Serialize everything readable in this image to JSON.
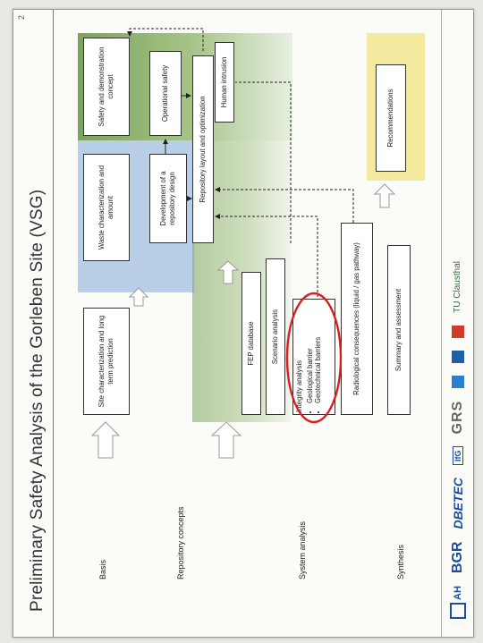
{
  "title": "Preliminary Safety Analysis of the Gorleben Site (VSG)",
  "page_number": "2",
  "rows": {
    "basis": "Basis",
    "repository_concepts": "Repository concepts",
    "system_analysis": "System analysis",
    "synthesis": "Synthesis"
  },
  "boxes": {
    "site_characterization": "Site characterization and long term prediction",
    "waste_characterization": "Waste characterization and amount",
    "safety_demonstration": "Safety and demonstration concept",
    "development_design": "Development of a repository design",
    "operational_safety": "Operational safety",
    "repository_layout": "Repository layout and optimization",
    "fep_database": "FEP database",
    "scenario_analysis": "Scenario analysis",
    "integrity_analysis": "Integrity analysis",
    "geological_barrier": "Geological barrier",
    "geotechnical_barriers": "Geotechnical barriers",
    "radiological_consequences": "Radiological consequences (liquid / gas pathway)",
    "human_intrusion": "Human intrusion",
    "summary_assessment": "Summary and assessment",
    "recommendations": "Recommendations"
  },
  "logos": [
    "AH",
    "BGR",
    "DBETEC",
    "IfG",
    "GRS",
    "TU Clausthal"
  ],
  "colors": {
    "highlight_ellipse": "#d82020",
    "blue_area": "#b9cfe8",
    "green_area": "#7aa35a",
    "yellow_area": "#f3eaa0"
  }
}
